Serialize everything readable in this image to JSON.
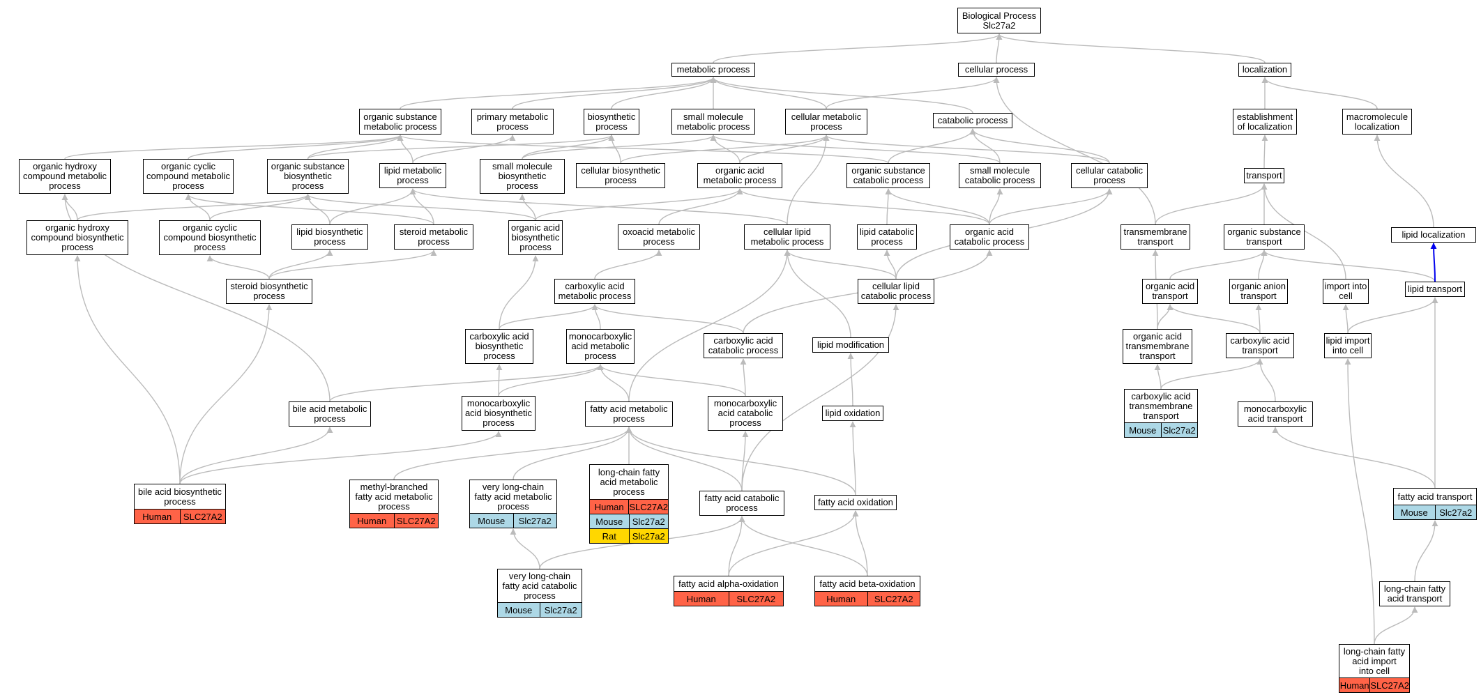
{
  "colors": {
    "edge": "#bbbbbb",
    "highlight_edge": "#0000ee",
    "Human": "#ff6347",
    "Mouse": "#add8e6",
    "Rat": "#ffd700"
  },
  "nodes": [
    {
      "id": "root",
      "lines": [
        "Biological Process",
        "Slc27a2"
      ]
    },
    {
      "id": "metabolic",
      "lines": [
        "metabolic process"
      ]
    },
    {
      "id": "cellular",
      "lines": [
        "cellular process"
      ]
    },
    {
      "id": "localization",
      "lines": [
        "localization"
      ]
    },
    {
      "id": "org_sub_met",
      "lines": [
        "organic substance",
        "metabolic process"
      ]
    },
    {
      "id": "primary_met",
      "lines": [
        "primary metabolic",
        "process"
      ]
    },
    {
      "id": "biosynthetic",
      "lines": [
        "biosynthetic",
        "process"
      ]
    },
    {
      "id": "small_mol_met",
      "lines": [
        "small molecule",
        "metabolic process"
      ]
    },
    {
      "id": "cell_met",
      "lines": [
        "cellular metabolic",
        "process"
      ]
    },
    {
      "id": "catabolic",
      "lines": [
        "catabolic process"
      ]
    },
    {
      "id": "estab_loc",
      "lines": [
        "establishment",
        "of localization"
      ]
    },
    {
      "id": "macro_loc",
      "lines": [
        "macromolecule",
        "localization"
      ]
    },
    {
      "id": "org_hydroxy_met",
      "lines": [
        "organic hydroxy",
        "compound metabolic",
        "process"
      ]
    },
    {
      "id": "org_cyclic_met",
      "lines": [
        "organic cyclic",
        "compound metabolic",
        "process"
      ]
    },
    {
      "id": "org_sub_bio",
      "lines": [
        "organic substance",
        "biosynthetic",
        "process"
      ]
    },
    {
      "id": "lipid_met",
      "lines": [
        "lipid metabolic",
        "process"
      ]
    },
    {
      "id": "small_mol_bio",
      "lines": [
        "small molecule",
        "biosynthetic",
        "process"
      ]
    },
    {
      "id": "cell_bio",
      "lines": [
        "cellular biosynthetic",
        "process"
      ]
    },
    {
      "id": "org_acid_met",
      "lines": [
        "organic acid",
        "metabolic process"
      ]
    },
    {
      "id": "org_sub_cat",
      "lines": [
        "organic substance",
        "catabolic process"
      ]
    },
    {
      "id": "small_mol_cat",
      "lines": [
        "small molecule",
        "catabolic process"
      ]
    },
    {
      "id": "cell_cat",
      "lines": [
        "cellular catabolic",
        "process"
      ]
    },
    {
      "id": "transport",
      "lines": [
        "transport"
      ]
    },
    {
      "id": "org_hydroxy_bio",
      "lines": [
        "organic hydroxy",
        "compound biosynthetic",
        "process"
      ]
    },
    {
      "id": "org_cyclic_bio",
      "lines": [
        "organic cyclic",
        "compound biosynthetic",
        "process"
      ]
    },
    {
      "id": "lipid_bio",
      "lines": [
        "lipid biosynthetic",
        "process"
      ]
    },
    {
      "id": "steroid_met",
      "lines": [
        "steroid metabolic",
        "process"
      ]
    },
    {
      "id": "org_acid_bio",
      "lines": [
        "organic acid",
        "biosynthetic",
        "process"
      ]
    },
    {
      "id": "oxoacid_met",
      "lines": [
        "oxoacid metabolic",
        "process"
      ]
    },
    {
      "id": "cell_lipid_met",
      "lines": [
        "cellular lipid",
        "metabolic process"
      ]
    },
    {
      "id": "lipid_cat",
      "lines": [
        "lipid catabolic",
        "process"
      ]
    },
    {
      "id": "org_acid_cat",
      "lines": [
        "organic acid",
        "catabolic process"
      ]
    },
    {
      "id": "transmembrane",
      "lines": [
        "transmembrane",
        "transport"
      ]
    },
    {
      "id": "org_sub_trans",
      "lines": [
        "organic substance",
        "transport"
      ]
    },
    {
      "id": "lipid_loc",
      "lines": [
        "lipid localization"
      ]
    },
    {
      "id": "steroid_bio",
      "lines": [
        "steroid biosynthetic",
        "process"
      ]
    },
    {
      "id": "carbox_met",
      "lines": [
        "carboxylic acid",
        "metabolic process"
      ]
    },
    {
      "id": "cell_lipid_cat",
      "lines": [
        "cellular lipid",
        "catabolic process"
      ]
    },
    {
      "id": "org_acid_trans",
      "lines": [
        "organic acid",
        "transport"
      ]
    },
    {
      "id": "org_anion_trans",
      "lines": [
        "organic anion",
        "transport"
      ]
    },
    {
      "id": "import_cell",
      "lines": [
        "import into",
        "cell"
      ]
    },
    {
      "id": "lipid_trans",
      "lines": [
        "lipid transport"
      ]
    },
    {
      "id": "carbox_bio",
      "lines": [
        "carboxylic acid",
        "biosynthetic",
        "process"
      ]
    },
    {
      "id": "monocarb_met",
      "lines": [
        "monocarboxylic",
        "acid metabolic",
        "process"
      ]
    },
    {
      "id": "carbox_cat",
      "lines": [
        "carboxylic acid",
        "catabolic process"
      ]
    },
    {
      "id": "lipid_mod",
      "lines": [
        "lipid modification"
      ]
    },
    {
      "id": "org_acid_tm",
      "lines": [
        "organic acid",
        "transmembrane",
        "transport"
      ]
    },
    {
      "id": "carbox_trans",
      "lines": [
        "carboxylic acid",
        "transport"
      ]
    },
    {
      "id": "lipid_import",
      "lines": [
        "lipid import",
        "into cell"
      ]
    },
    {
      "id": "bile_met",
      "lines": [
        "bile acid metabolic",
        "process"
      ]
    },
    {
      "id": "monocarb_bio",
      "lines": [
        "monocarboxylic",
        "acid biosynthetic",
        "process"
      ]
    },
    {
      "id": "fa_met",
      "lines": [
        "fatty acid metabolic",
        "process"
      ]
    },
    {
      "id": "monocarb_cat",
      "lines": [
        "monocarboxylic",
        "acid catabolic",
        "process"
      ]
    },
    {
      "id": "lipid_ox",
      "lines": [
        "lipid oxidation"
      ]
    },
    {
      "id": "carbox_tm",
      "lines": [
        "carboxylic acid",
        "transmembrane",
        "transport"
      ],
      "ann": [
        [
          "Mouse",
          "Slc27a2"
        ]
      ]
    },
    {
      "id": "monocarb_trans",
      "lines": [
        "monocarboxylic",
        "acid transport"
      ]
    },
    {
      "id": "bile_bio",
      "lines": [
        "bile acid biosynthetic",
        "process"
      ],
      "ann": [
        [
          "Human",
          "SLC27A2"
        ]
      ]
    },
    {
      "id": "methyl_fa",
      "lines": [
        "methyl-branched",
        "fatty acid metabolic",
        "process"
      ],
      "ann": [
        [
          "Human",
          "SLC27A2"
        ]
      ]
    },
    {
      "id": "vlc_fa_met",
      "lines": [
        "very long-chain",
        "fatty acid metabolic",
        "process"
      ],
      "ann": [
        [
          "Mouse",
          "Slc27a2"
        ]
      ]
    },
    {
      "id": "lc_fa_met",
      "lines": [
        "long-chain fatty",
        "acid metabolic",
        "process"
      ],
      "ann": [
        [
          "Human",
          "SLC27A2"
        ],
        [
          "Mouse",
          "Slc27a2"
        ],
        [
          "Rat",
          "Slc27a2"
        ]
      ]
    },
    {
      "id": "fa_cat",
      "lines": [
        "fatty acid catabolic",
        "process"
      ]
    },
    {
      "id": "fa_ox",
      "lines": [
        "fatty acid oxidation"
      ]
    },
    {
      "id": "fa_trans",
      "lines": [
        "fatty acid transport"
      ],
      "ann": [
        [
          "Mouse",
          "Slc27a2"
        ]
      ]
    },
    {
      "id": "vlc_fa_cat",
      "lines": [
        "very long-chain",
        "fatty acid catabolic",
        "process"
      ],
      "ann": [
        [
          "Mouse",
          "Slc27a2"
        ]
      ]
    },
    {
      "id": "fa_alpha",
      "lines": [
        "fatty acid alpha-oxidation"
      ],
      "ann": [
        [
          "Human",
          "SLC27A2"
        ]
      ]
    },
    {
      "id": "fa_beta",
      "lines": [
        "fatty acid beta-oxidation"
      ],
      "ann": [
        [
          "Human",
          "SLC27A2"
        ]
      ]
    },
    {
      "id": "lc_fa_trans",
      "lines": [
        "long-chain fatty",
        "acid transport"
      ]
    },
    {
      "id": "lc_fa_import",
      "lines": [
        "long-chain fatty",
        "acid import",
        "into cell"
      ],
      "ann": [
        [
          "Human",
          "SLC27A2"
        ]
      ]
    }
  ],
  "edges": [
    [
      "metabolic",
      "root"
    ],
    [
      "cellular",
      "root"
    ],
    [
      "localization",
      "root"
    ],
    [
      "org_sub_met",
      "metabolic"
    ],
    [
      "primary_met",
      "metabolic"
    ],
    [
      "biosynthetic",
      "metabolic"
    ],
    [
      "small_mol_met",
      "metabolic"
    ],
    [
      "cell_met",
      "metabolic"
    ],
    [
      "catabolic",
      "metabolic"
    ],
    [
      "cell_met",
      "cellular"
    ],
    [
      "transmembrane",
      "cellular"
    ],
    [
      "estab_loc",
      "localization"
    ],
    [
      "macro_loc",
      "localization"
    ],
    [
      "org_hydroxy_met",
      "org_sub_met"
    ],
    [
      "org_cyclic_met",
      "org_sub_met"
    ],
    [
      "org_sub_bio",
      "org_sub_met"
    ],
    [
      "lipid_met",
      "org_sub_met"
    ],
    [
      "org_sub_cat",
      "org_sub_met"
    ],
    [
      "lipid_met",
      "primary_met"
    ],
    [
      "org_sub_bio",
      "biosynthetic"
    ],
    [
      "small_mol_bio",
      "biosynthetic"
    ],
    [
      "cell_bio",
      "biosynthetic"
    ],
    [
      "small_mol_bio",
      "small_mol_met"
    ],
    [
      "org_acid_met",
      "small_mol_met"
    ],
    [
      "small_mol_cat",
      "small_mol_met"
    ],
    [
      "cell_bio",
      "cell_met"
    ],
    [
      "org_acid_met",
      "cell_met"
    ],
    [
      "cell_lipid_met",
      "cell_met"
    ],
    [
      "cell_cat",
      "cell_met"
    ],
    [
      "org_sub_cat",
      "catabolic"
    ],
    [
      "small_mol_cat",
      "catabolic"
    ],
    [
      "cell_cat",
      "catabolic"
    ],
    [
      "transport",
      "estab_loc"
    ],
    [
      "lipid_loc",
      "macro_loc"
    ],
    [
      "org_hydroxy_bio",
      "org_hydroxy_met"
    ],
    [
      "bile_met",
      "org_hydroxy_met"
    ],
    [
      "org_cyclic_bio",
      "org_cyclic_met"
    ],
    [
      "org_hydroxy_bio",
      "org_sub_bio"
    ],
    [
      "org_cyclic_bio",
      "org_sub_bio"
    ],
    [
      "lipid_bio",
      "org_sub_bio"
    ],
    [
      "org_acid_bio",
      "org_sub_bio"
    ],
    [
      "lipid_bio",
      "lipid_met"
    ],
    [
      "steroid_met",
      "lipid_met"
    ],
    [
      "cell_lipid_met",
      "lipid_met"
    ],
    [
      "org_acid_bio",
      "small_mol_bio"
    ],
    [
      "org_acid_bio",
      "org_acid_met"
    ],
    [
      "oxoacid_met",
      "org_acid_met"
    ],
    [
      "org_acid_cat",
      "org_acid_met"
    ],
    [
      "lipid_cat",
      "org_sub_cat"
    ],
    [
      "org_acid_cat",
      "org_sub_cat"
    ],
    [
      "org_acid_cat",
      "small_mol_cat"
    ],
    [
      "org_acid_cat",
      "cell_cat"
    ],
    [
      "cell_lipid_cat",
      "cell_cat"
    ],
    [
      "transmembrane",
      "transport"
    ],
    [
      "org_sub_trans",
      "transport"
    ],
    [
      "import_cell",
      "transport"
    ],
    [
      "steroid_met",
      "org_cyclic_met"
    ],
    [
      "steroid_bio",
      "steroid_met"
    ],
    [
      "steroid_bio",
      "lipid_bio"
    ],
    [
      "steroid_bio",
      "org_cyclic_bio"
    ],
    [
      "carbox_met",
      "oxoacid_met"
    ],
    [
      "fa_met",
      "cell_lipid_met"
    ],
    [
      "cell_lipid_cat",
      "cell_lipid_met"
    ],
    [
      "lipid_mod",
      "cell_lipid_met"
    ],
    [
      "cell_lipid_cat",
      "lipid_cat"
    ],
    [
      "carbox_cat",
      "org_acid_cat"
    ],
    [
      "org_acid_tm",
      "transmembrane"
    ],
    [
      "org_acid_trans",
      "org_sub_trans"
    ],
    [
      "org_anion_trans",
      "org_sub_trans"
    ],
    [
      "lipid_trans",
      "org_sub_trans"
    ],
    [
      "lipid_trans",
      "lipid_loc"
    ],
    [
      "carbox_bio",
      "carbox_met"
    ],
    [
      "monocarb_met",
      "carbox_met"
    ],
    [
      "carbox_cat",
      "carbox_met"
    ],
    [
      "carbox_bio",
      "org_acid_bio"
    ],
    [
      "org_acid_tm",
      "org_acid_trans"
    ],
    [
      "carbox_trans",
      "org_acid_trans"
    ],
    [
      "carbox_trans",
      "org_anion_trans"
    ],
    [
      "lipid_import",
      "import_cell"
    ],
    [
      "lipid_import",
      "lipid_trans"
    ],
    [
      "monocarb_bio",
      "carbox_bio"
    ],
    [
      "monocarb_bio",
      "monocarb_met"
    ],
    [
      "fa_met",
      "monocarb_met"
    ],
    [
      "monocarb_cat",
      "monocarb_met"
    ],
    [
      "bile_met",
      "monocarb_met"
    ],
    [
      "monocarb_cat",
      "carbox_cat"
    ],
    [
      "lipid_ox",
      "lipid_mod"
    ],
    [
      "carbox_tm",
      "org_acid_tm"
    ],
    [
      "carbox_tm",
      "carbox_trans"
    ],
    [
      "monocarb_trans",
      "carbox_trans"
    ],
    [
      "bile_bio",
      "bile_met"
    ],
    [
      "bile_bio",
      "monocarb_bio"
    ],
    [
      "bile_bio",
      "steroid_bio"
    ],
    [
      "bile_bio",
      "org_hydroxy_bio"
    ],
    [
      "methyl_fa",
      "fa_met"
    ],
    [
      "vlc_fa_met",
      "fa_met"
    ],
    [
      "lc_fa_met",
      "fa_met"
    ],
    [
      "fa_cat",
      "fa_met"
    ],
    [
      "fa_ox",
      "fa_met"
    ],
    [
      "fa_cat",
      "monocarb_cat"
    ],
    [
      "fa_cat",
      "cell_lipid_cat"
    ],
    [
      "fa_ox",
      "lipid_ox"
    ],
    [
      "fa_trans",
      "monocarb_trans"
    ],
    [
      "fa_trans",
      "lipid_trans"
    ],
    [
      "vlc_fa_cat",
      "vlc_fa_met"
    ],
    [
      "vlc_fa_cat",
      "fa_cat"
    ],
    [
      "fa_alpha",
      "fa_cat"
    ],
    [
      "fa_alpha",
      "fa_ox"
    ],
    [
      "fa_beta",
      "fa_cat"
    ],
    [
      "fa_beta",
      "fa_ox"
    ],
    [
      "lc_fa_trans",
      "fa_trans"
    ],
    [
      "lc_fa_import",
      "lc_fa_trans"
    ],
    [
      "lc_fa_import",
      "lipid_import"
    ]
  ],
  "highlight_edges": [
    [
      "lipid_trans",
      "lipid_loc"
    ]
  ]
}
